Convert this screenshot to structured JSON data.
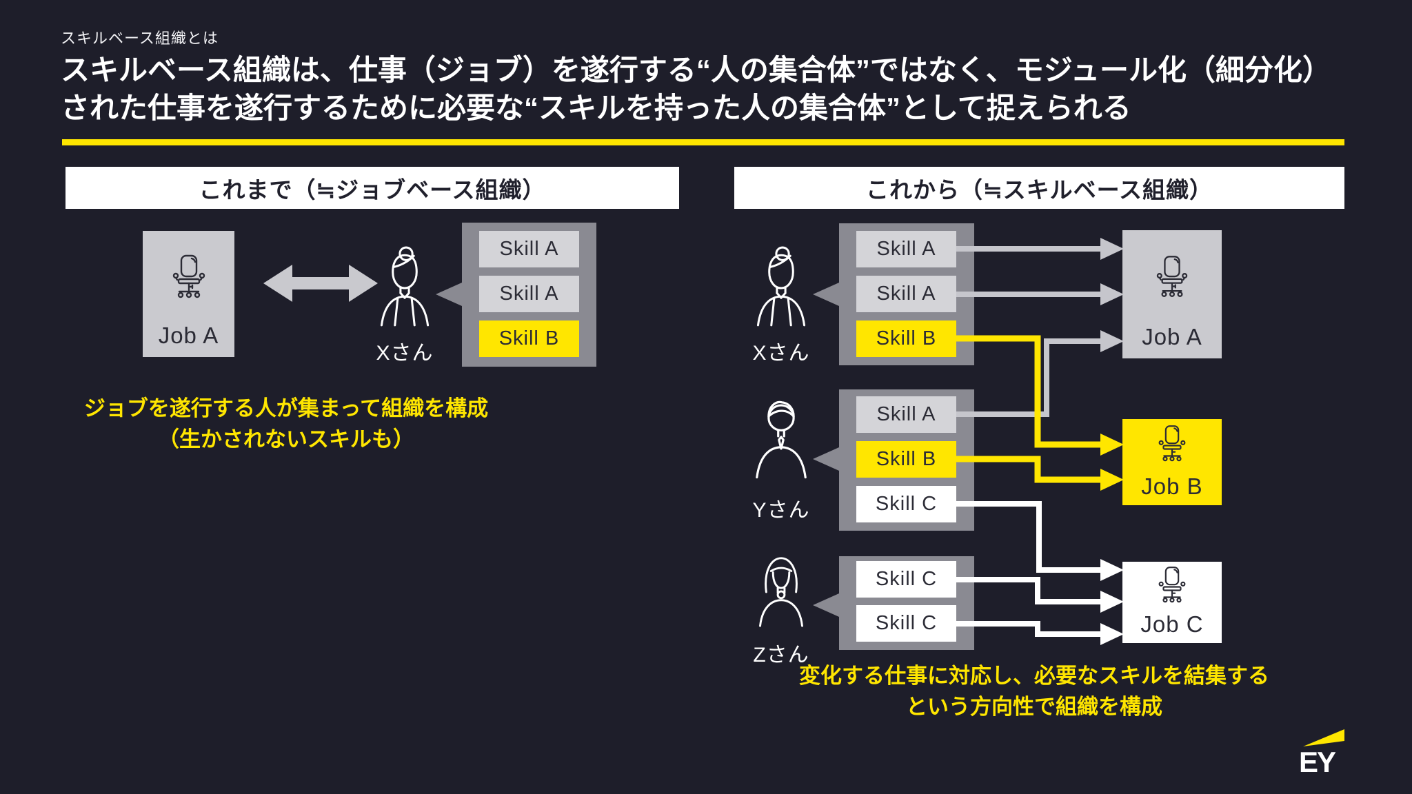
{
  "header": {
    "kicker": "スキルベース組織とは",
    "title_line1": "スキルベース組織は、仕事（ジョブ）を遂行する“人の集合体”ではなく、モジュール化（細分化）",
    "title_line2": "された仕事を遂行するために必要な“スキルを持った人の集合体”として捉えられる"
  },
  "left_panel": {
    "title": "これまで（≒ジョブベース組織）",
    "job": {
      "label": "Job A"
    },
    "person": {
      "name": "Xさん"
    },
    "skills": [
      {
        "label": "Skill A"
      },
      {
        "label": "Skill A"
      },
      {
        "label": "Skill B"
      }
    ],
    "caption": {
      "line1": "ジョブを遂行する人が集まって組織を構成",
      "line2": "（生かされないスキルも）"
    }
  },
  "right_panel": {
    "title": "これから（≒スキルベース組織）",
    "members": [
      {
        "name": "Xさん",
        "skills": [
          {
            "label": "Skill A"
          },
          {
            "label": "Skill A"
          },
          {
            "label": "Skill B"
          }
        ]
      },
      {
        "name": "Yさん",
        "skills": [
          {
            "label": "Skill A"
          },
          {
            "label": "Skill B"
          },
          {
            "label": "Skill C"
          }
        ]
      },
      {
        "name": "Zさん",
        "skills": [
          {
            "label": "Skill C"
          },
          {
            "label": "Skill C"
          }
        ]
      }
    ],
    "jobs": [
      {
        "label": "Job A"
      },
      {
        "label": "Job B"
      },
      {
        "label": "Job C"
      }
    ],
    "caption": {
      "line1": "変化する仕事に対応し、必要なスキルを結集する",
      "line2": "という方向性で組織を構成"
    }
  },
  "logo": {
    "text": "EY"
  },
  "colors": {
    "background": "#1E1E2A",
    "accent_yellow": "#FFE600",
    "group_gray": "#8A8A92",
    "box_light_gray": "#D4D4D8",
    "job_gray": "#CACACF",
    "text_dark": "#2B2B35",
    "arrow_gray": "#C6C6CC"
  }
}
